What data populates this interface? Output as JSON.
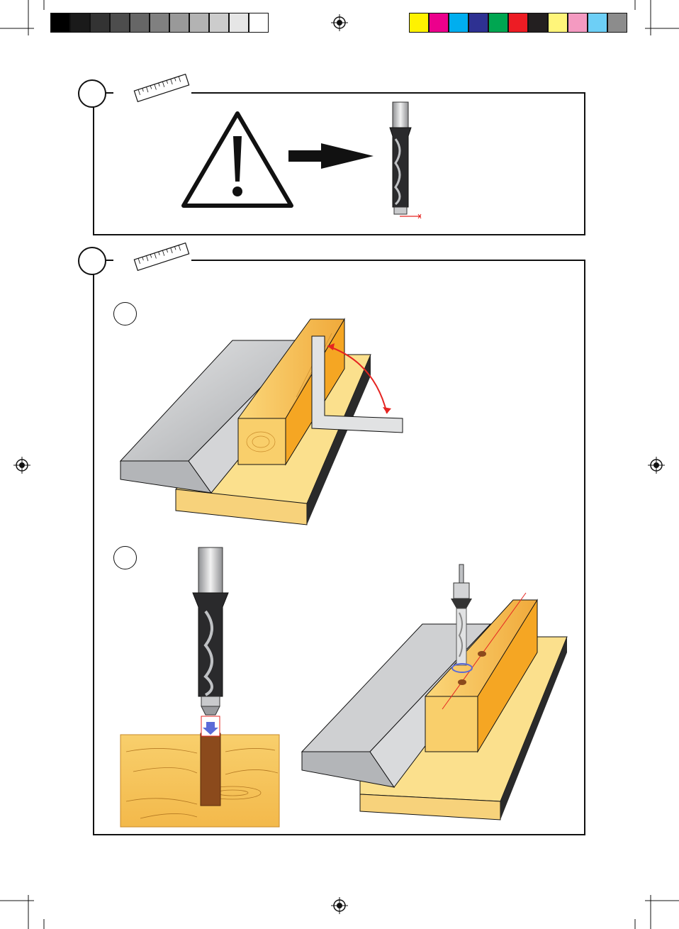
{
  "colors": {
    "gray_bar": [
      "#000000",
      "#1a1a1a",
      "#333333",
      "#4d4d4d",
      "#666666",
      "#808080",
      "#999999",
      "#b3b3b3",
      "#cccccc",
      "#e6e6e6",
      "#ffffff"
    ],
    "color_bar": [
      "#fff200",
      "#ec008c",
      "#00aeef",
      "#2e3192",
      "#00a651",
      "#ed1c24",
      "#231f20",
      "#fff57a",
      "#f49ac1",
      "#6dcff6",
      "#8c8c8c"
    ],
    "wood": "#f6c15a",
    "wood_light": "#fbe08d",
    "steel": "#c8c9cb",
    "accent_red": "#e52421"
  },
  "icons": [
    "registration-mark-icon",
    "warning-triangle-icon",
    "arrow-right-icon",
    "mortise-chisel-bit-icon",
    "ruler-icon",
    "square-tool-icon",
    "angle-arrow-icon",
    "down-arrow-icon"
  ],
  "sections": [
    {
      "id": "section-1",
      "kind": "warning"
    },
    {
      "id": "section-2",
      "kind": "steps",
      "substeps": [
        "set-fence-square",
        "cut-mortise"
      ]
    }
  ]
}
